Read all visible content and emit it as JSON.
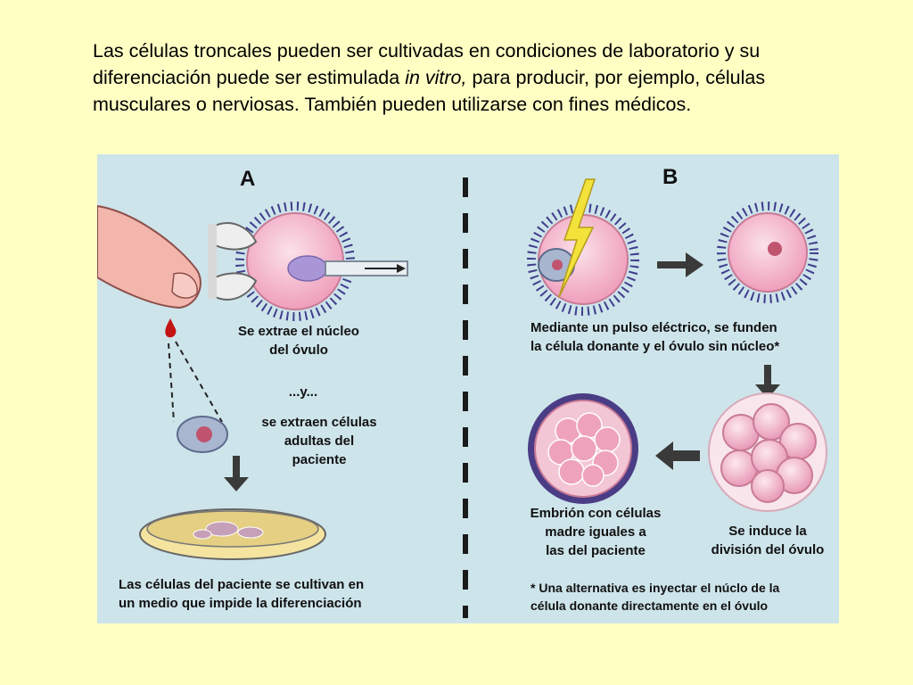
{
  "intro": {
    "part1": "Las células troncales pueden ser cultivadas en condiciones de laboratorio y su diferenciación puede ser estimulada ",
    "italic": "in vitro,",
    "part2": " para producir, por ejemplo, células musculares o nerviosas. También pueden utilizarse con fines médicos."
  },
  "panel_a": {
    "title": "A",
    "nucleus_text": "Se extrae el núcleo\ndel óvulo",
    "connector": "...y...",
    "cells_text": "se extraen células\nadultas del\npaciente",
    "culture_text": "Las células del paciente se cultivan en\nun medio que impide la diferenciación"
  },
  "panel_b": {
    "title": "B",
    "fusion_text": "Mediante un pulso eléctrico, se funden\nla célula donante y el óvulo sin núcleo*",
    "embryo_text": "Embrión con células\nmadre iguales a\nlas del paciente",
    "division_text": "Se induce la\ndivisión del óvulo",
    "footnote": "* Una alternativa es inyectar el núclo de la\ncélula donante directamente en el óvulo"
  },
  "colors": {
    "slide_background": "#ffffc4",
    "figure_background": "#cde4ea",
    "cell_pink": "#f4b3c8",
    "cell_nucleus": "#c0546f",
    "spikes": "#3f3d8c",
    "arrows": "#3a3a3a"
  }
}
